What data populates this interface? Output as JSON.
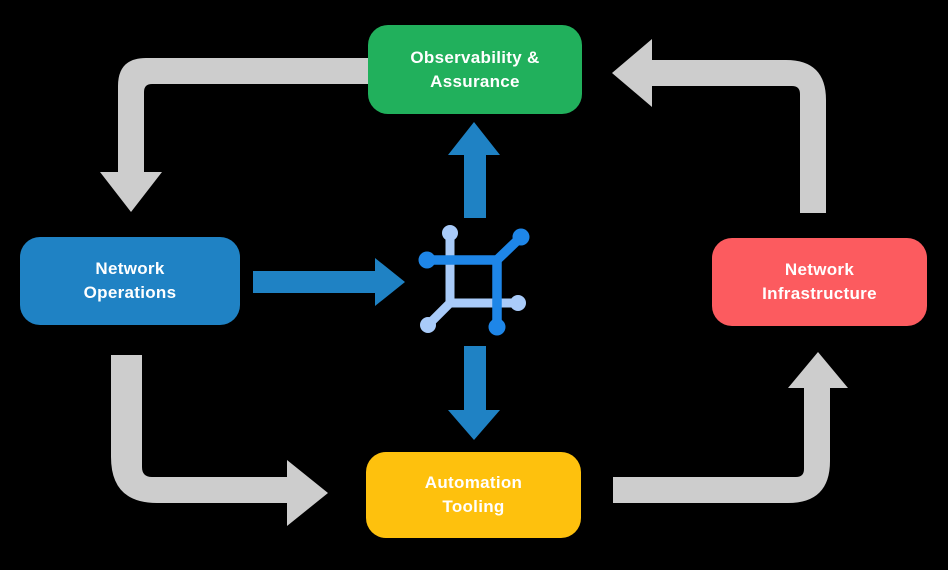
{
  "diagram": {
    "background_color": "#000000",
    "text_color": "#FFFFFF",
    "nodes": [
      {
        "id": "observability-assurance",
        "label_lines": [
          "Observability &",
          "Assurance"
        ],
        "color": "#21B05C",
        "position": "top"
      },
      {
        "id": "network-operations",
        "label_lines": [
          "Network",
          "Operations"
        ],
        "color": "#1F82C4",
        "position": "left"
      },
      {
        "id": "network-infrastructure",
        "label_lines": [
          "Network",
          "Infrastructure"
        ],
        "color": "#FC5B5F",
        "position": "right"
      },
      {
        "id": "automation-tooling",
        "label_lines": [
          "Automation",
          "Tooling"
        ],
        "color": "#FEC10D",
        "position": "bottom"
      }
    ],
    "center_icon": {
      "name": "network-mesh-icon",
      "dark_color": "#1E86E8",
      "light_color": "#A9CBF9"
    },
    "arrows": {
      "cycle_color": "#CDCDCD",
      "flow_color": "#1F82C4",
      "cycle": [
        {
          "from": "observability-assurance",
          "to": "network-operations",
          "points": "left then down"
        },
        {
          "from": "network-operations",
          "to": "automation-tooling",
          "points": "down then right"
        },
        {
          "from": "automation-tooling",
          "to": "network-infrastructure",
          "points": "right then up"
        },
        {
          "from": "network-infrastructure",
          "to": "observability-assurance",
          "points": "up then left"
        }
      ],
      "flows": [
        {
          "from": "network-operations",
          "to": "center-icon",
          "direction": "right"
        },
        {
          "from": "center-icon",
          "to": "observability-assurance",
          "direction": "up"
        },
        {
          "from": "center-icon",
          "to": "automation-tooling",
          "direction": "down"
        }
      ]
    }
  }
}
